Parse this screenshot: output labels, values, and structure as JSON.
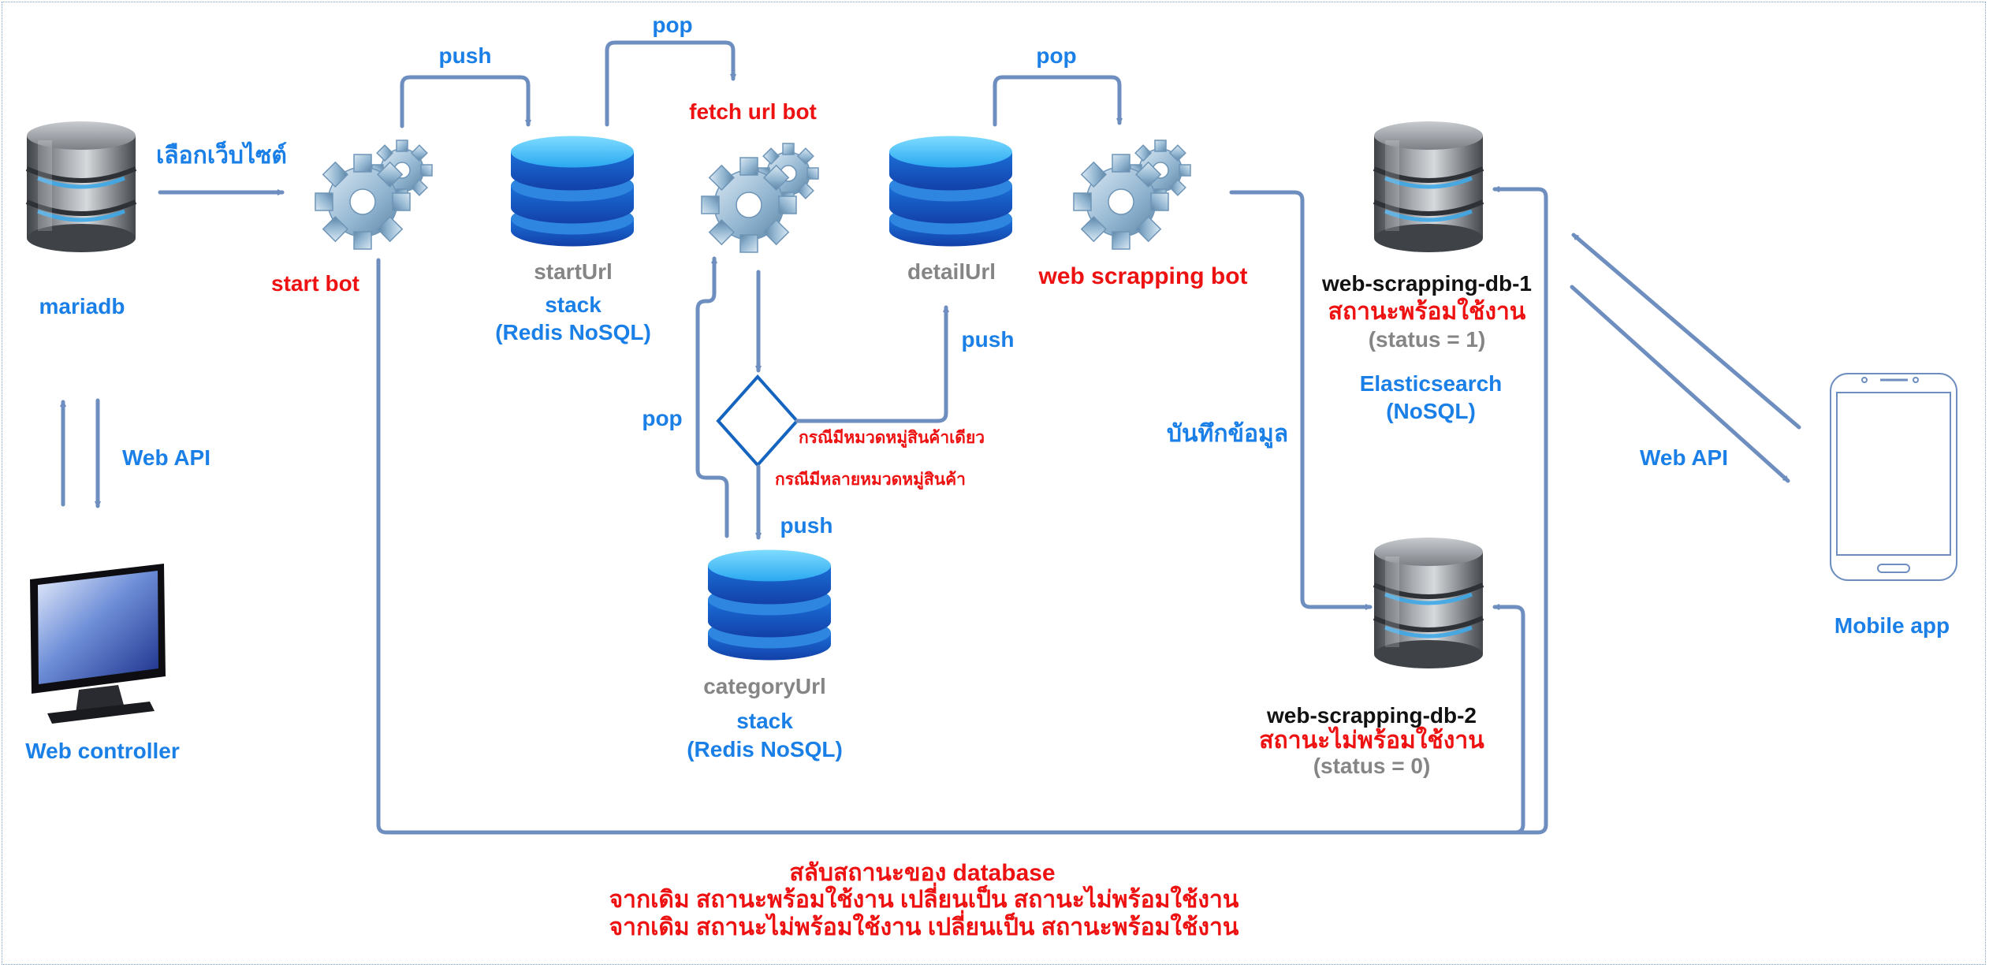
{
  "nodes": {
    "mariadb": "mariadb",
    "web_controller": "Web controller",
    "start_bot": "start bot",
    "fetch_url_bot": "fetch url  bot",
    "web_scrapping_bot": "web scrapping bot",
    "start_url": {
      "name": "startUrl",
      "type": "stack",
      "tech": "(Redis NoSQL)"
    },
    "detail_url": {
      "name": "detailUrl"
    },
    "category_url": {
      "name": "categoryUrl",
      "type": "stack",
      "tech": "(Redis NoSQL)"
    },
    "db1": {
      "name": "web-scrapping-db-1",
      "state": "สถานะพร้อมใช้งาน",
      "status": "(status = 1)"
    },
    "db2": {
      "name": "web-scrapping-db-2",
      "state": "สถานะไม่พร้อมใช้งาน",
      "status": "(status = 0)"
    },
    "elasticsearch": {
      "line1": "Elasticsearch",
      "line2": "(NoSQL)"
    },
    "mobile_app": "Mobile app"
  },
  "edges": {
    "select_website": "เลือกเว็บไซต์",
    "web_api_left": "Web API",
    "web_api_right": "Web API",
    "push_start": "push",
    "pop_start": "pop",
    "pop_detail": "pop",
    "push_detail": "push",
    "pop_category": "pop",
    "push_category": "push",
    "single_category": "กรณีมีหมวดหมู่สินค้าเดียว",
    "multi_category": "กรณีมีหลายหมวดหมู่สินค้า",
    "save_data": "บันทึกข้อมูล"
  },
  "footer": {
    "line1": "สลับสถานะของ database",
    "line2": "จากเดิม สถานะพร้อมใช้งาน เปลี่ยนเป็น สถานะไม่พร้อมใช้งาน",
    "line3": "จากเดิม สถานะไม่พร้อมใช้งาน เปลี่ยนเป็น สถานะพร้อมใช้งาน"
  },
  "colors": {
    "arrow": "#6d8ebf",
    "label_blue": "#1a7fe6",
    "label_red": "#ee1111",
    "label_gray": "#858585",
    "decision": "#1565c0"
  },
  "icons": [
    "database-server-icon",
    "gears-icon",
    "redis-stack-icon",
    "monitor-icon",
    "smartphone-icon",
    "decision-diamond-icon"
  ]
}
